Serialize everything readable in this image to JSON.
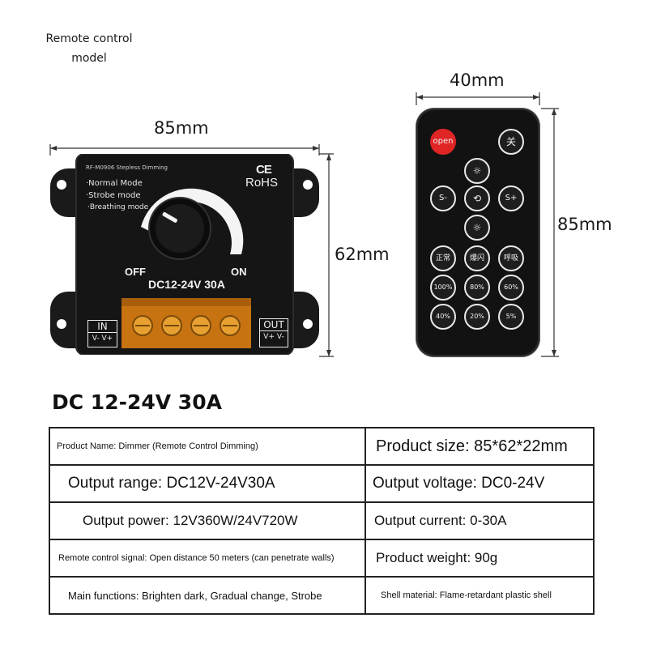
{
  "caption": {
    "line1": "Remote control",
    "line2": "model"
  },
  "dimensions": {
    "dimmer_width": "85mm",
    "dimmer_height": "62mm",
    "remote_width": "40mm",
    "remote_height": "85mm"
  },
  "dimmer": {
    "brand_text": "RF-M0906 Stepless Dimming",
    "modes": [
      "·Normal Mode",
      "·Strobe mode",
      "·Breathing mode"
    ],
    "ce": "CE",
    "rohs": "RoHS",
    "off": "OFF",
    "on": "ON",
    "rating": "DC12-24V  30A",
    "in_port": {
      "title": "IN",
      "pins": "V- V+"
    },
    "out_port": {
      "title": "OUT",
      "pins": "V+ V-"
    }
  },
  "remote": {
    "buttons": {
      "open": "open",
      "off": "关",
      "brightness_up": "☼",
      "speed_down": "S-",
      "cycle": "⟲",
      "speed_up": "S+",
      "brightness_down": "☼",
      "normal": "正常",
      "flash": "爆闪",
      "breath": "呼吸",
      "p100": "100%",
      "p80": "80%",
      "p60": "60%",
      "p40": "40%",
      "p20": "20%",
      "p5": "5%"
    }
  },
  "headline": "DC 12-24V 30A",
  "specs": {
    "product_name": "Product Name: Dimmer (Remote Control Dimming)",
    "product_size": "Product size: 85*62*22mm",
    "output_range": "Output range: DC12V-24V30A",
    "output_voltage": "Output voltage: DC0-24V",
    "output_power": "Output power: 12V360W/24V720W",
    "output_current": "Output current: 0-30A",
    "remote_signal": "Remote control signal: Open distance 50 meters (can penetrate walls)",
    "product_weight": "Product weight: 90g",
    "main_functions": "Main functions: Brighten dark, Gradual change, Strobe",
    "shell_material": "Shell material: Flame-retardant plastic shell"
  },
  "colors": {
    "dimmer_body": "#151515",
    "terminal_orange": "#c87312",
    "remote_open_button": "#e02525",
    "text": "#111111"
  }
}
